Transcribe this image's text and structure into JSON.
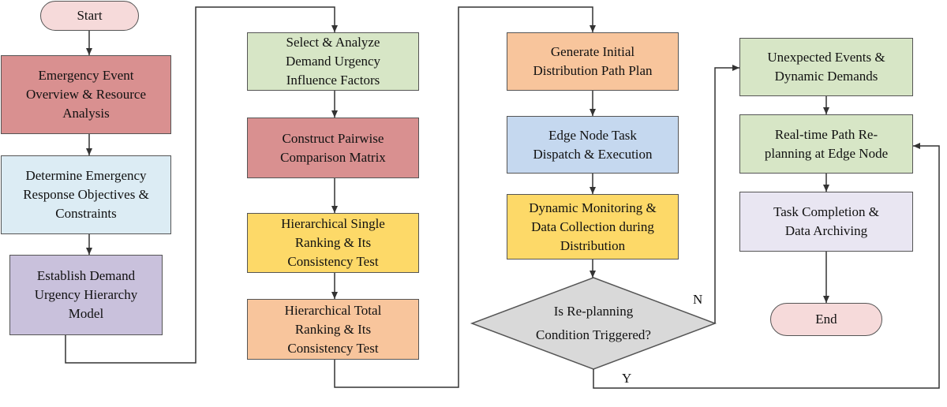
{
  "colors": {
    "terminal": "#f6dada",
    "red": "#d99090",
    "blue": "#dcecf4",
    "purple": "#c9c1dc",
    "green": "#d7e6c6",
    "yellow": "#fdd968",
    "orange": "#f8c59c",
    "node_blue": "#c5d8ef",
    "gray": "#d9d9d9",
    "lavender": "#e9e6f2",
    "line": "#333333"
  },
  "nodes": {
    "start": "Start",
    "overview": [
      "Emergency Event",
      "Overview & Resource",
      "Analysis"
    ],
    "objectives": [
      "Determine Emergency",
      "Response Objectives &",
      "Constraints"
    ],
    "hierarchy_model": [
      "Establish Demand",
      "Urgency Hierarchy",
      "Model"
    ],
    "factors": [
      "Select & Analyze",
      "Demand Urgency",
      "Influence Factors"
    ],
    "matrix": [
      "Construct Pairwise",
      "Comparison Matrix"
    ],
    "single_ranking": [
      "Hierarchical Single",
      "Ranking & Its",
      "Consistency Test"
    ],
    "total_ranking": [
      "Hierarchical Total",
      "Ranking & Its",
      "Consistency Test"
    ],
    "initial_plan": [
      "Generate Initial",
      "Distribution Path Plan"
    ],
    "dispatch": [
      "Edge Node Task",
      "Dispatch & Execution"
    ],
    "monitoring": [
      "Dynamic Monitoring &",
      "Data Collection during",
      "Distribution"
    ],
    "decision": [
      "Is Re-planning",
      "Condition Triggered?"
    ],
    "unexpected": [
      "Unexpected Events &",
      "Dynamic Demands"
    ],
    "replanning": [
      "Real-time Path Re-",
      "planning at Edge Node"
    ],
    "completion": [
      "Task Completion &",
      "Data Archiving"
    ],
    "end": "End"
  },
  "edge_labels": {
    "no": "N",
    "yes": "Y"
  }
}
